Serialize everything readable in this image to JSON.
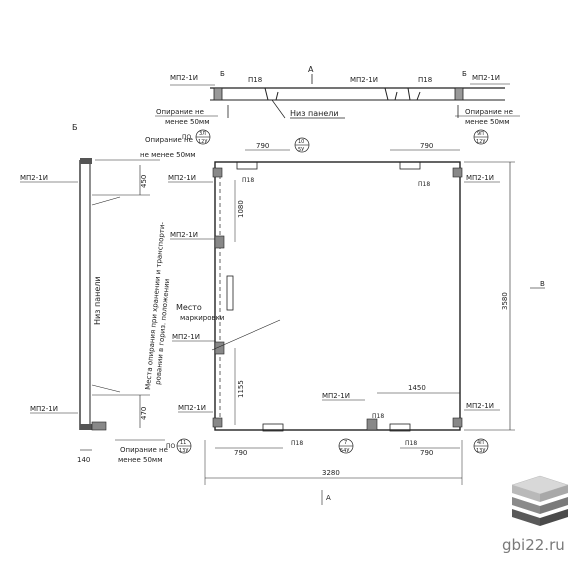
{
  "labels": {
    "mp": "МП2-1И",
    "p18": "П18",
    "panel_bottom": "Низ панели",
    "support": "Опирание не",
    "support_min": "менее 50мм",
    "support_min2": "не менее 50мм",
    "storage": "Места опирания при хранении и транспорти-",
    "storage2": "ровании в гориз. положении",
    "mark_place": "Место",
    "marking": "маркировки",
    "sec_a": "А",
    "sec_b": "Б",
    "sec_v": "В",
    "pos_sections": "Б",
    "node_10": "10",
    "node_10s": "5У",
    "node_3": "3Л",
    "node_3s": "12У",
    "node_9": "9П",
    "node_9s": "12У",
    "node_11": "11",
    "node_11s": "13У",
    "node_7": "7",
    "node_7s": "54У",
    "node_4": "4П",
    "node_4s": "13У",
    "pn": "ПО"
  },
  "dims": {
    "d790_tl": "790",
    "d790_tr": "790",
    "d790_bl": "790",
    "d790_br": "790",
    "d1080": "1080",
    "d1155": "1155",
    "d1450": "1450",
    "d3280": "3280",
    "d3580": "3580",
    "d450": "450",
    "d470": "470",
    "d140": "140"
  },
  "brand": {
    "site": "gbi22.ru",
    "logo_color_top": "#d8d8d8",
    "logo_color_mid": "#9a9a9a",
    "logo_color_bot": "#5a5a5a"
  }
}
